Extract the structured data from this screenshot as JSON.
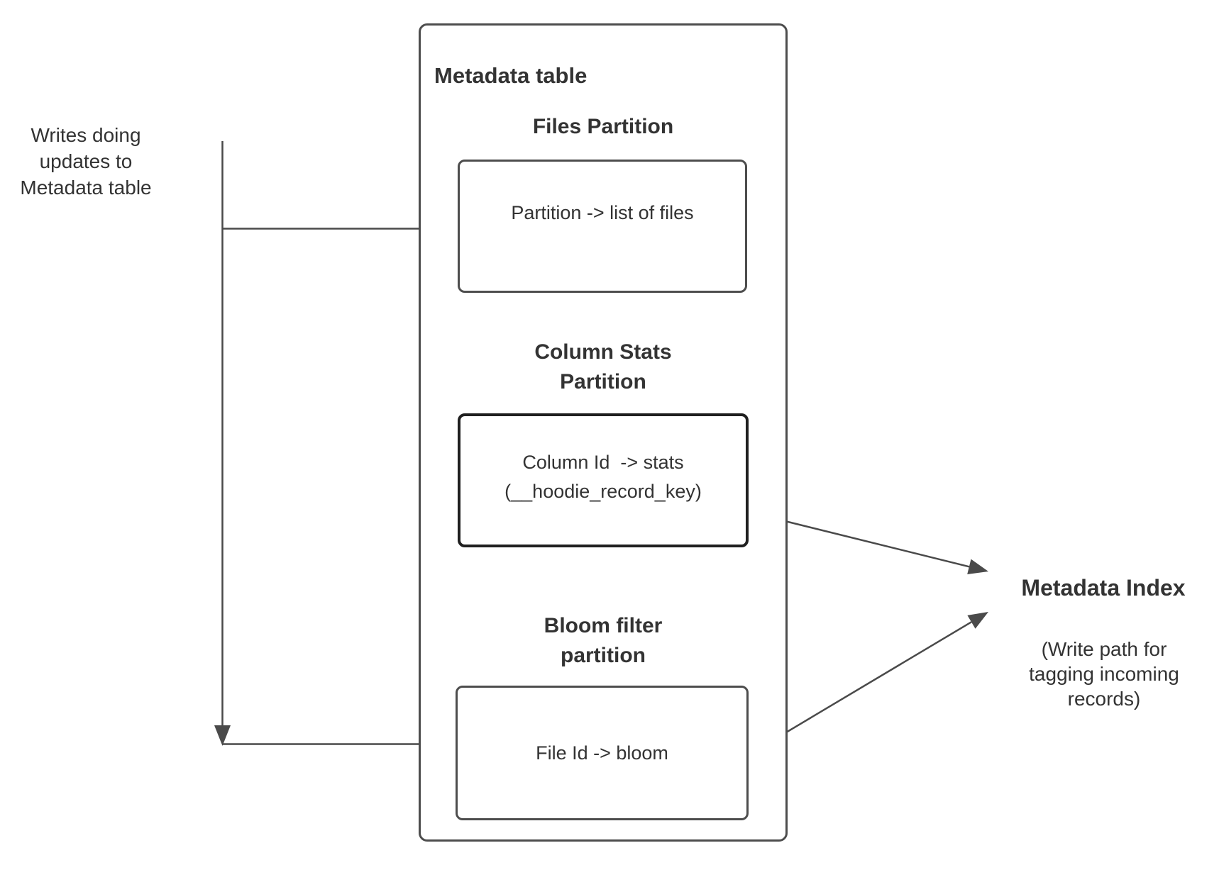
{
  "left_note": {
    "line1": "Writes doing",
    "line2": "updates to",
    "line3": "Metadata table"
  },
  "metadata_table": {
    "title": "Metadata table",
    "files_partition": {
      "title": "Files Partition",
      "body": "Partition -> list of files"
    },
    "column_stats_partition": {
      "title_line1": "Column Stats",
      "title_line2": "Partition",
      "body_line1": "Column Id  -> stats",
      "body_line2": "(__hoodie_record_key)"
    },
    "bloom_filter_partition": {
      "title_line1": "Bloom filter",
      "title_line2": "partition",
      "body": "File Id -> bloom"
    }
  },
  "metadata_index": {
    "title": "Metadata Index",
    "note_line1": "(Write path for",
    "note_line2": "tagging incoming",
    "note_line3": "records)"
  },
  "colors": {
    "background": "#ffffff",
    "text": "#333333",
    "box_border": "#4d4d4d",
    "emphasis_border": "#1f1f1f",
    "connector": "#4a4a4a"
  }
}
